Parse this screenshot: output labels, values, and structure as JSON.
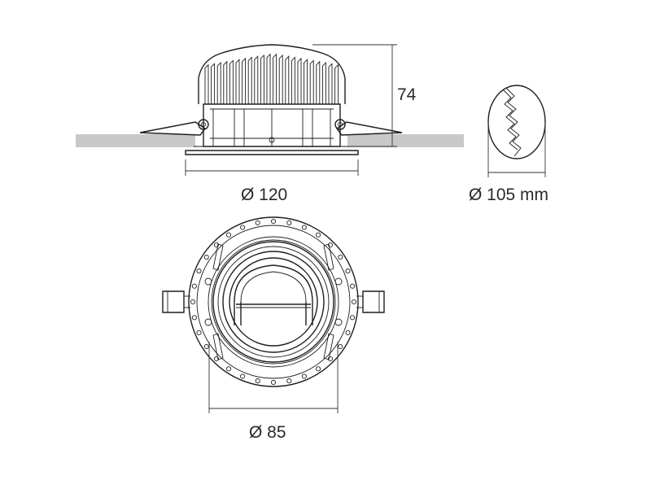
{
  "dimensions": {
    "height": "74",
    "body_diameter": "Ø 120",
    "cutout_diameter": "Ø 105 mm",
    "aperture_diameter": "Ø 85"
  },
  "colors": {
    "ceiling": "#c8c8c8",
    "line": "#1e1e1e",
    "text": "#2a2a2a"
  }
}
